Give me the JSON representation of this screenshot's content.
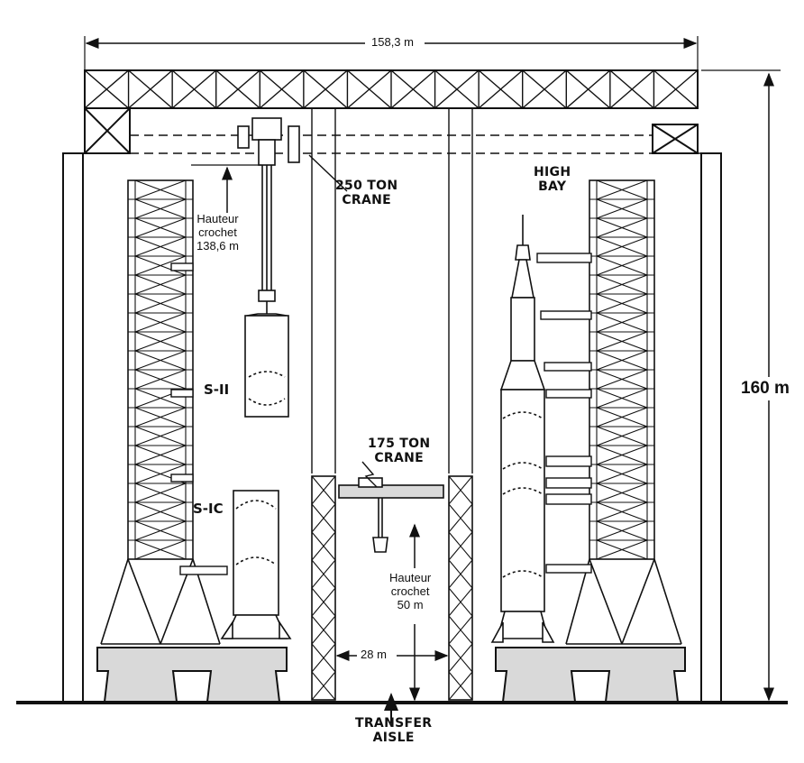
{
  "labels": {
    "width": "158,3 m",
    "height": "160 m",
    "crane_250": [
      "250 TON",
      "CRANE"
    ],
    "crane_175": [
      "175 TON",
      "CRANE"
    ],
    "high_bay": "HIGH\nBAY",
    "hook_250": [
      "Hauteur",
      "crochet",
      "138,6 m"
    ],
    "hook_175": [
      "Hauteur",
      "crochet",
      "50 m"
    ],
    "stage_s2": "S-II",
    "stage_s1c": "S-IC",
    "aisle_width": "28 m",
    "transfer_aisle": [
      "TRANSFER",
      "AISLE"
    ]
  },
  "colors": {
    "ink": "#111111",
    "paper": "#ffffff",
    "base_fill": "#d9d9d9"
  }
}
